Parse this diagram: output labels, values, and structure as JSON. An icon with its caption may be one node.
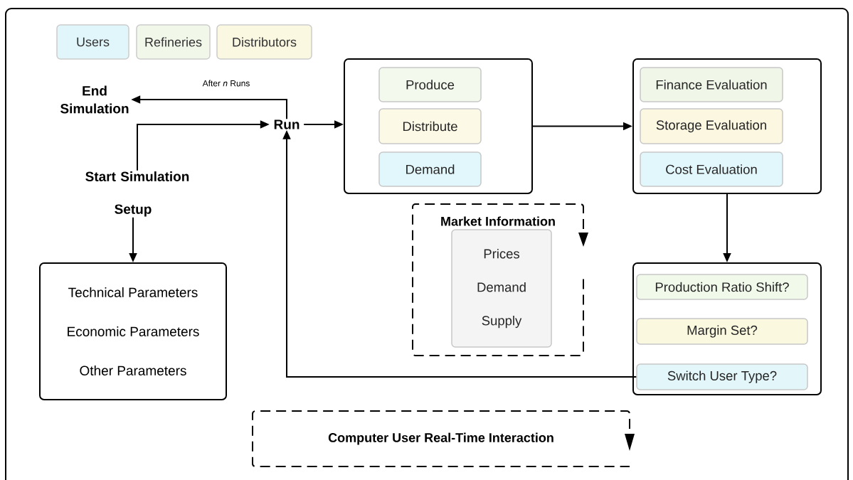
{
  "diagram": {
    "nodes": [
      {
        "text": [
          "End Simulation"
        ]
      },
      {
        "text": [
          "Run"
        ]
      },
      {
        "text": [
          "Start Simulation"
        ]
      },
      {
        "text": [
          "Setup"
        ]
      },
      {
        "text": [
          "Technical Parameters",
          "Economic Parameters",
          "Other Parameters"
        ]
      },
      {
        "text": [],
        "shape": "box"
      },
      {
        "text": [
          "Produce"
        ],
        "in": 5
      },
      {
        "text": [
          "Distribute"
        ],
        "in": 5
      },
      {
        "text": [
          "Demand"
        ],
        "in": 5
      },
      {
        "text": [],
        "shape": "box"
      },
      {
        "text": [
          "Finance Evaluation"
        ],
        "in": 9
      },
      {
        "text": [
          "Storage Evaluation"
        ],
        "in": 9
      },
      {
        "text": [
          "Cost Evaluation"
        ],
        "in": 9
      },
      {
        "text": [
          "Market Information"
        ]
      },
      {
        "text": [
          "Prices",
          "Demand",
          "Supply"
        ],
        "in": 13
      },
      {
        "text": [],
        "shape": "box"
      },
      {
        "text": [
          "Production Ratio Shift?"
        ],
        "in": 15
      },
      {
        "text": [
          "Margin Set?"
        ],
        "in": 15
      },
      {
        "text": [
          "Switch User Type?"
        ],
        "in": 15
      },
      {
        "text": [
          "Computer User Real-Time Interaction"
        ]
      }
    ],
    "edges": [
      {
        "from": 1,
        "to": 0,
        "arrow": "to",
        "label": "After *n* Runs"
      },
      {
        "from": 2,
        "to": 1,
        "arrow": "to"
      },
      {
        "from": 3,
        "to": 4,
        "arrow": "to"
      },
      {
        "from": 1,
        "to": 5,
        "arrow": "to"
      },
      {
        "from": 5,
        "to": 9,
        "arrow": "to"
      },
      {
        "from": 9,
        "to": 15,
        "arrow": "to"
      },
      {
        "from": 18,
        "to": 1,
        "arrow": "to"
      }
    ],
    "legend": [
      {
        "text": "Users",
        "color": "#e0f6fa"
      },
      {
        "text": "Refineries",
        "color": "#f1f8ea"
      },
      {
        "text": "Distributors",
        "color": "#fbf8e1"
      }
    ]
  }
}
